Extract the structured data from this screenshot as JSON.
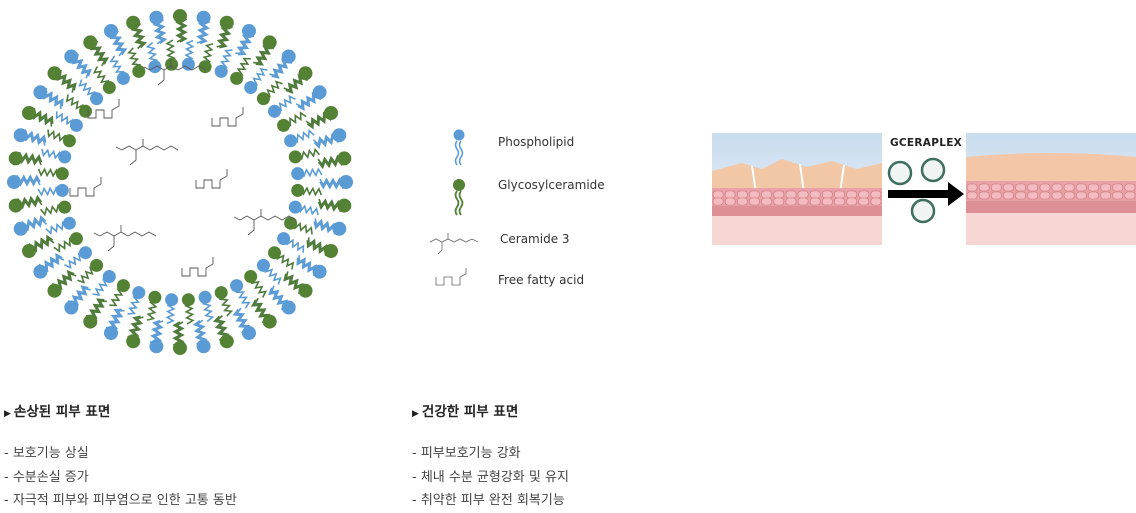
{
  "diagram": {
    "legend": {
      "phospholipid": "Phospholipid",
      "glycosylceramide": "Glycosylceramide",
      "ceramide3": "Ceramide 3",
      "free_fatty_acid": "Free fatty acid"
    },
    "skin_transition_label": "GCERAPLEX",
    "colors": {
      "phospholipid_head": "#5b9bd5",
      "glycosylceramide_head": "#548235",
      "skin_top": "#f4c9a8",
      "skin_cells": "#e9a3a8",
      "sky": "#dbe8f4"
    }
  },
  "damaged": {
    "title": "손상된 피부 표면",
    "items": [
      "- 보호기능 상실",
      "- 수분손실 증가",
      " - 자극적 피부와 피부염으로 인한 고통 동반"
    ]
  },
  "healthy": {
    "title": "건강한 피부 표면",
    "items": [
      "- 피부보호기능 강화",
      "- 체내 수분 균형강화 및 유지",
      "- 취약한 피부 완전 회복기능"
    ]
  }
}
